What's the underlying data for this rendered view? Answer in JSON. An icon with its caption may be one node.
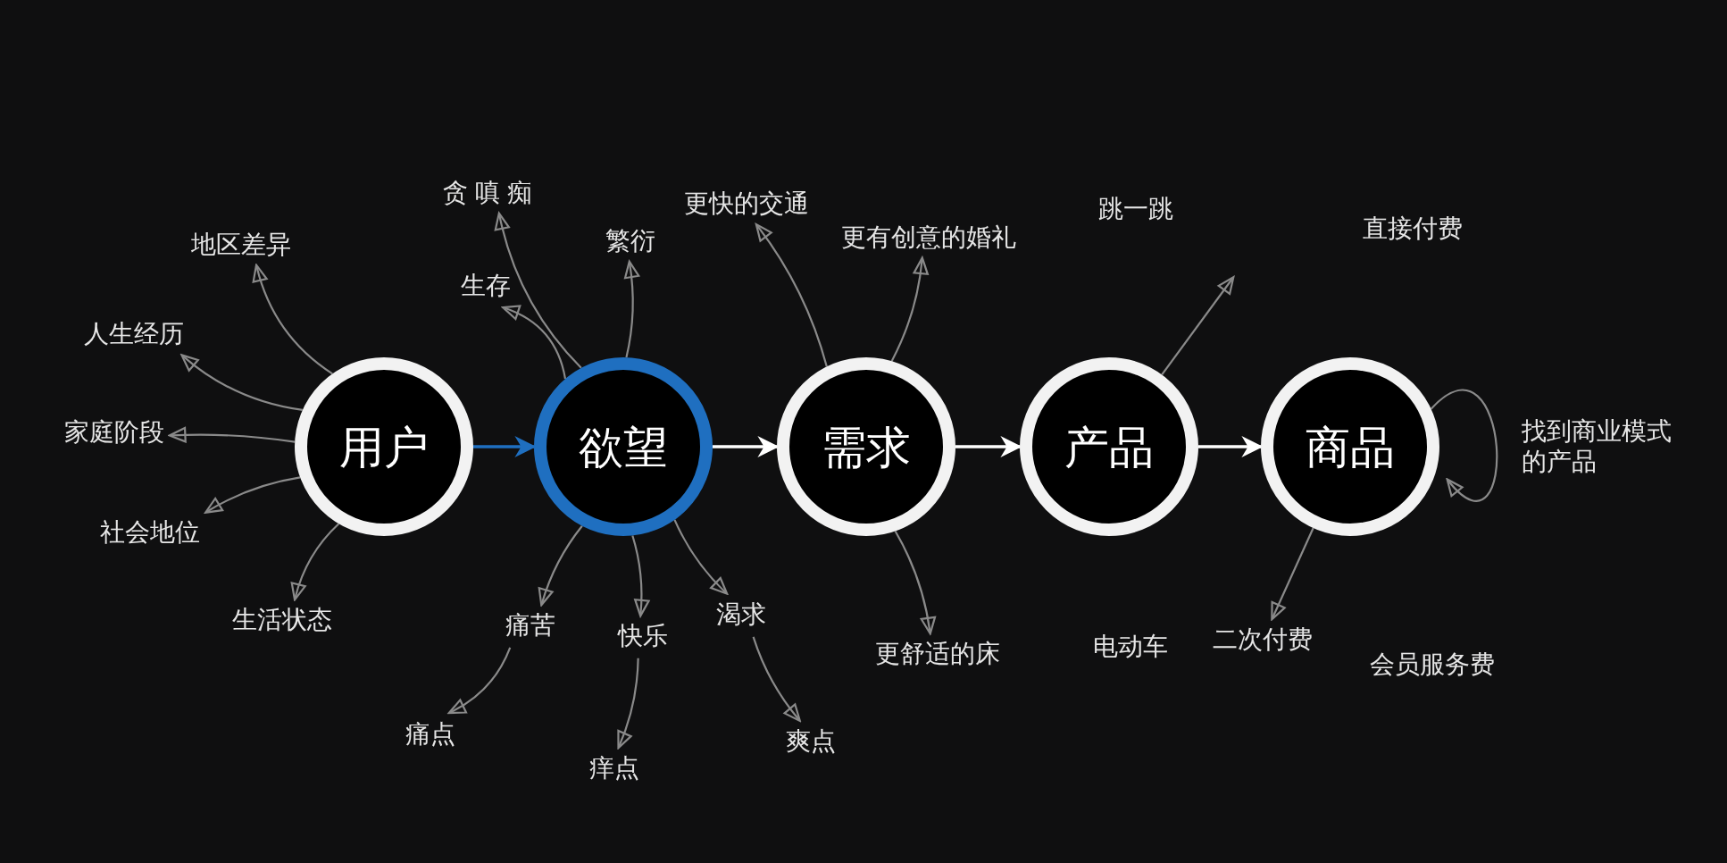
{
  "diagram": {
    "nodes": [
      {
        "text": [
          "用户"
        ]
      },
      {
        "text": [
          "欲望"
        ]
      },
      {
        "text": [
          "需求"
        ]
      },
      {
        "text": [
          "产品"
        ]
      },
      {
        "text": [
          "商品"
        ]
      },
      {
        "text": [
          "地区差异"
        ]
      },
      {
        "text": [
          "人生经历"
        ]
      },
      {
        "text": [
          "家庭阶段"
        ]
      },
      {
        "text": [
          "社会地位"
        ]
      },
      {
        "text": [
          "生活状态"
        ]
      },
      {
        "text": [
          "贪 嗔 痴"
        ]
      },
      {
        "text": [
          "生存"
        ]
      },
      {
        "text": [
          "繁衍"
        ]
      },
      {
        "text": [
          "痛苦"
        ]
      },
      {
        "text": [
          "快乐"
        ]
      },
      {
        "text": [
          "渴求"
        ]
      },
      {
        "text": [
          "痛点"
        ]
      },
      {
        "text": [
          "痒点"
        ]
      },
      {
        "text": [
          "爽点"
        ]
      },
      {
        "text": [
          "更快的交通"
        ]
      },
      {
        "text": [
          "更有创意的婚礼"
        ]
      },
      {
        "text": [
          "更舒适的床"
        ]
      },
      {
        "text": [
          "二次付费"
        ]
      }
    ],
    "edges": [
      {
        "from": 0,
        "to": 1,
        "arrow": "to",
        "color": "#1f6fc0"
      },
      {
        "from": 1,
        "to": 2,
        "arrow": "to",
        "color": "#ffffff"
      },
      {
        "from": 2,
        "to": 3,
        "arrow": "to",
        "color": "#ffffff"
      },
      {
        "from": 3,
        "to": 4,
        "arrow": "to",
        "color": "#ffffff"
      },
      {
        "from": 0,
        "to": 5,
        "arrow": "to"
      },
      {
        "from": 0,
        "to": 6,
        "arrow": "to"
      },
      {
        "from": 0,
        "to": 7,
        "arrow": "to"
      },
      {
        "from": 0,
        "to": 8,
        "arrow": "to"
      },
      {
        "from": 0,
        "to": 9,
        "arrow": "to"
      },
      {
        "from": 1,
        "to": 10,
        "arrow": "to"
      },
      {
        "from": 1,
        "to": 11,
        "arrow": "to"
      },
      {
        "from": 1,
        "to": 12,
        "arrow": "to"
      },
      {
        "from": 1,
        "to": 13,
        "arrow": "to"
      },
      {
        "from": 1,
        "to": 14,
        "arrow": "to"
      },
      {
        "from": 1,
        "to": 15,
        "arrow": "to"
      },
      {
        "from": 13,
        "to": 16,
        "arrow": "to"
      },
      {
        "from": 14,
        "to": 17,
        "arrow": "to"
      },
      {
        "from": 15,
        "to": 18,
        "arrow": "to"
      },
      {
        "from": 2,
        "to": 19,
        "arrow": "to"
      },
      {
        "from": 2,
        "to": 20,
        "arrow": "to"
      },
      {
        "from": 2,
        "to": 21,
        "arrow": "to"
      },
      {
        "from": 3,
        "to": null,
        "arrow": "to"
      },
      {
        "from": 4,
        "to": 22,
        "arrow": "to"
      },
      {
        "from": 4,
        "to": 4,
        "arrow": "to"
      }
    ],
    "labels": [
      "跳一跳",
      "直接付费",
      "找到商业模式的产品",
      "电动车",
      "会员服务费"
    ]
  }
}
